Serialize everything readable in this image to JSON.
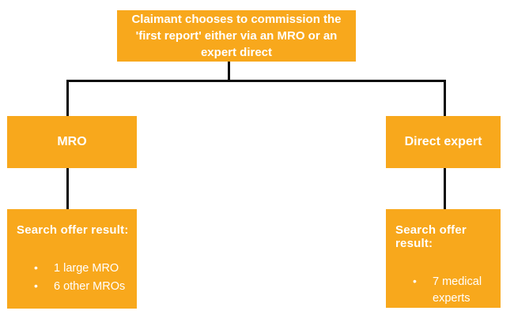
{
  "colors": {
    "node_fill": "#F8A81C",
    "connector": "#0A0A0A",
    "text": "#FFFFFF",
    "background": "#FFFFFF"
  },
  "flowchart": {
    "root": {
      "label": "Claimant chooses to commission the 'first report' either via an MRO or an expert direct"
    },
    "branches": [
      {
        "label": "MRO",
        "result": {
          "heading": "Search offer result:",
          "items": [
            "1 large MRO",
            "6 other MROs"
          ],
          "bullet": "•"
        }
      },
      {
        "label": "Direct expert",
        "result": {
          "heading": "Search offer result:",
          "items": [
            "7 medical experts"
          ],
          "bullet": "•"
        }
      }
    ]
  }
}
